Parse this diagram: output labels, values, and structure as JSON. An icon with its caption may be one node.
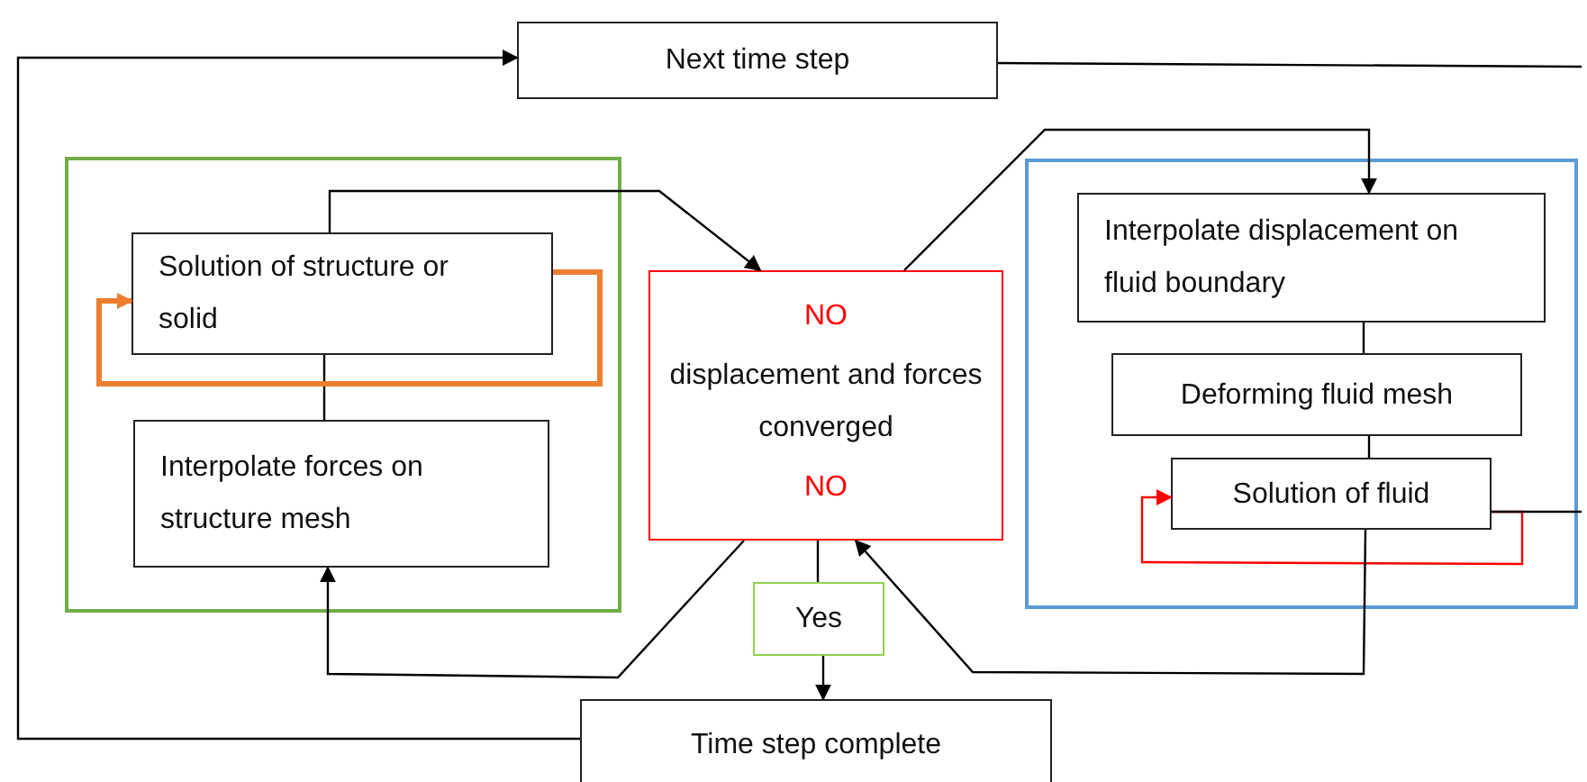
{
  "diagram": {
    "nodes": [
      {
        "text": [
          "Next time step"
        ]
      },
      {
        "text": [],
        "shape": "box"
      },
      {
        "text": [
          "Solution of structure or solid"
        ],
        "in": 1
      },
      {
        "text": [
          "Interpolate forces on structure mesh"
        ],
        "in": 1
      },
      {
        "text": [
          "NO",
          "displacement and forces converged",
          "NO"
        ]
      },
      {
        "text": [],
        "shape": "box"
      },
      {
        "text": [
          "Interpolate displacement on fluid boundary"
        ],
        "in": 5
      },
      {
        "text": [
          "Deforming fluid mesh"
        ],
        "in": 5
      },
      {
        "text": [
          "Solution of fluid"
        ],
        "in": 5
      },
      {
        "text": [
          "Yes"
        ]
      },
      {
        "text": [
          "Time step complete"
        ]
      }
    ],
    "edges": [
      {
        "from": 10,
        "to": 0,
        "arrow": "to"
      },
      {
        "from": 0,
        "to": null,
        "arrow": "none"
      },
      {
        "from": 2,
        "to": 4,
        "arrow": "to"
      },
      {
        "from": 2,
        "to": 3,
        "arrow": "none"
      },
      {
        "from": 2,
        "to": 2,
        "arrow": "to",
        "style": "thick",
        "color": "#ed7d31"
      },
      {
        "from": 4,
        "to": 6,
        "arrow": "to"
      },
      {
        "from": 6,
        "to": 7,
        "arrow": "none"
      },
      {
        "from": 7,
        "to": 8,
        "arrow": "none"
      },
      {
        "from": 8,
        "to": 8,
        "arrow": "to",
        "color": "#ff0000"
      },
      {
        "from": 8,
        "to": null,
        "arrow": "none"
      },
      {
        "from": 8,
        "to": 4,
        "arrow": "to"
      },
      {
        "from": 4,
        "to": 3,
        "arrow": "to"
      },
      {
        "from": 4,
        "to": 9,
        "arrow": "none"
      },
      {
        "from": 9,
        "to": 10,
        "arrow": "to"
      }
    ]
  }
}
